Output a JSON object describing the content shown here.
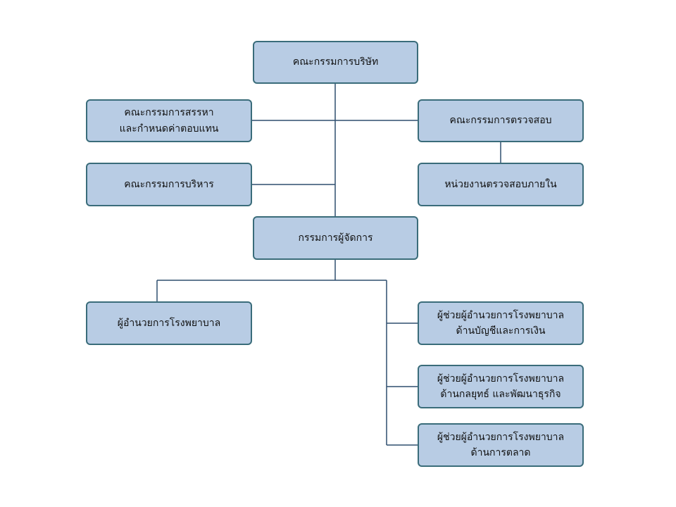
{
  "org_chart": {
    "board": {
      "lines": [
        "คณะกรรมการบริษัท"
      ]
    },
    "nomination_committee": {
      "lines": [
        "คณะกรรมการสรรหา",
        "และกำหนดค่าตอบแทน"
      ]
    },
    "audit_committee": {
      "lines": [
        "คณะกรรมการตรวจสอบ"
      ]
    },
    "executive_committee": {
      "lines": [
        "คณะกรรมการบริหาร"
      ]
    },
    "internal_audit": {
      "lines": [
        "หน่วยงานตรวจสอบภายใน"
      ]
    },
    "managing_director": {
      "lines": [
        "กรรมการผู้จัดการ"
      ]
    },
    "hospital_director": {
      "lines": [
        "ผู้อำนวยการโรงพยาบาล"
      ]
    },
    "asst_director_finance": {
      "lines": [
        "ผู้ช่วยผู้อำนวยการโรงพยาบาล",
        "ด้านบัญชีและการเงิน"
      ]
    },
    "asst_director_strategy": {
      "lines": [
        "ผู้ช่วยผู้อำนวยการโรงพยาบาล",
        "ด้านกลยุทธ์ และพัฒนาธุรกิจ"
      ]
    },
    "asst_director_marketing": {
      "lines": [
        "ผู้ช่วยผู้อำนวยการโรงพยาบาล",
        "ด้านการตลาด"
      ]
    }
  },
  "colors": {
    "box_fill": "#b8cce4",
    "box_border": "#3a6c7a",
    "connector": "#2f4f6f"
  }
}
